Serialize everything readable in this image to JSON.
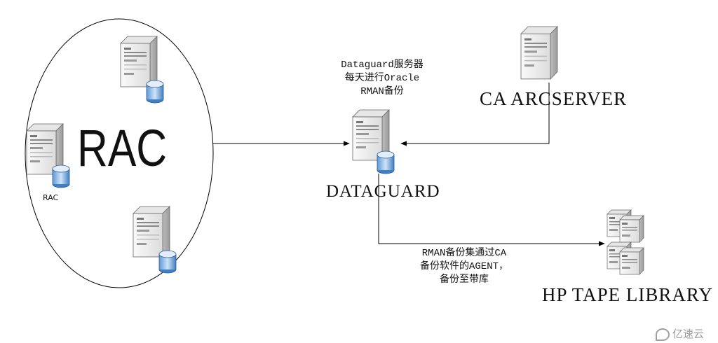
{
  "nodes": {
    "rac_label": "RAC",
    "rac_server_label": "RAC",
    "dataguard_note": [
      "Dataguard服务器",
      "每天进行Oracle",
      "RMAN备份"
    ],
    "dataguard_label": "DATAGUARD",
    "ca_label": "CA ARCSERVER",
    "tape_note": [
      "RMAN备份集通过CA",
      "备份软件的AGENT，",
      "备份至带库"
    ],
    "tape_label": "HP TAPE LIBRARY"
  },
  "watermark": {
    "text": "亿速云"
  },
  "icons": {
    "rac_servers": [
      "server-db-icon",
      "server-db-icon",
      "server-db-icon"
    ],
    "dataguard": "server-db-icon",
    "ca": "server-icon",
    "tape": "tape-library-icon"
  },
  "colors": {
    "line": "#000000",
    "server_body": "#ececec",
    "server_side": "#c8c8c8",
    "db": "#2f74c0"
  }
}
